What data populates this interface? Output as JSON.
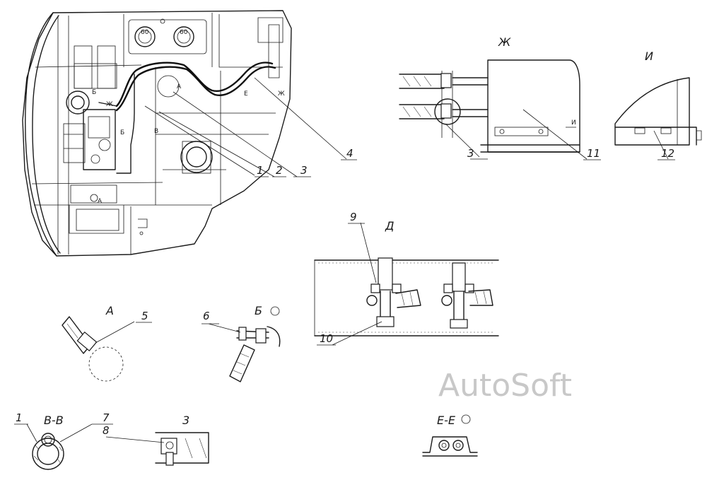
{
  "main_view": {
    "callouts": [
      "1",
      "2",
      "3",
      "4"
    ],
    "inner_letters": [
      "А",
      "Б",
      "Е",
      "Ж",
      "В",
      "Ж",
      "Б",
      "А"
    ],
    "gauge_labels": [
      "60",
      "60"
    ]
  },
  "view_zh": {
    "title": "Ж",
    "callouts": [
      "3",
      "11"
    ],
    "inner_letter": "И"
  },
  "view_i": {
    "title": "И",
    "callouts": [
      "12"
    ]
  },
  "view_d": {
    "title": "Д",
    "callouts": [
      "9",
      "10"
    ]
  },
  "view_a": {
    "title": "А",
    "callouts": [
      "5"
    ]
  },
  "view_b": {
    "title": "Б",
    "callouts": [
      "6"
    ]
  },
  "section_vv": {
    "title": "В-В",
    "callouts": [
      "1",
      "7",
      "8"
    ]
  },
  "view_3": {
    "title": "3"
  },
  "section_ee": {
    "title": "Е-Е"
  },
  "watermark": "AutoSoft"
}
